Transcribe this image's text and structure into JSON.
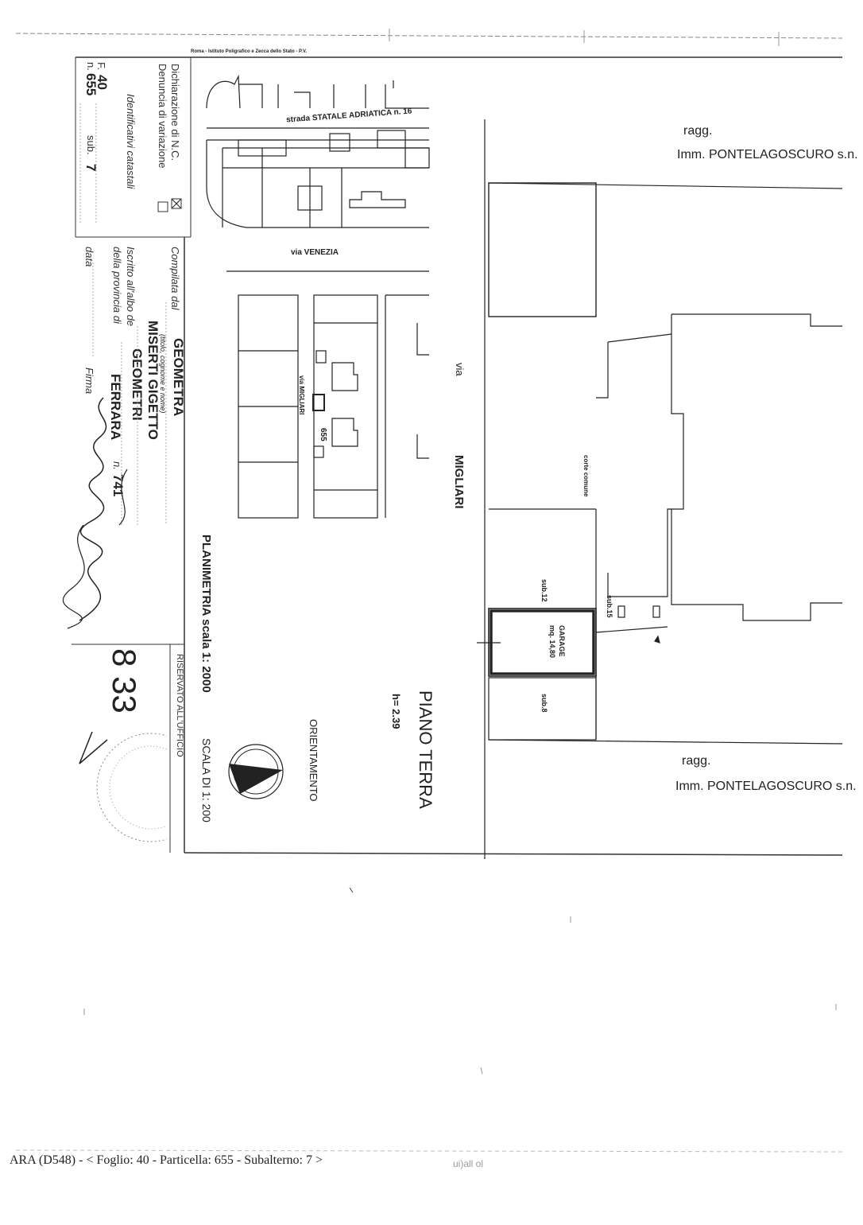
{
  "publisher": "Roma - Istituto Poligrafico e Zecca dello Stato - P.V.",
  "form": {
    "dichiarazione_label": "Dichiarazione di N.C.",
    "denuncia_label": "Denuncia di variazione",
    "identificativi_label": "Identificativi catastali",
    "foglio_prefix": "F.",
    "foglio_value": "40",
    "numero_prefix": "n.",
    "numero_value": "655",
    "sub_prefix": "sub.",
    "sub_value": "7",
    "compilata_label": "Compilata dal",
    "compilata_value": "GEOMETRA",
    "titolo_hint": "(titolo, cognome e nome)",
    "nome_value": "MISERTI GIGETTO",
    "iscritto_label": "Iscritto all'albo de",
    "iscritto_value": "GEOMETRI",
    "provincia_label": "della provincia di",
    "provincia_value": "FERRARA",
    "n_label": "n.",
    "n_value": "741",
    "data_label": "data",
    "firma_label": "Firma",
    "riservato_label": "RISERVATO ALL'UFFICIO",
    "office_note": "8 33"
  },
  "map": {
    "street_top": "strada STATALE ADRIATICA n. 16",
    "street_venezia": "via VENEZIA",
    "street_migliari_small": "via MIGLIARI",
    "particella": "655",
    "planimetria": "PLANIMETRIA scala 1: 2000"
  },
  "plan": {
    "via_label": "via",
    "migliari_label": "MIGLIARI",
    "ragg_top": "ragg.",
    "imm_top": "Imm. PONTELAGOSCURO s.n.",
    "ragg_bottom": "ragg.",
    "imm_bottom": "Imm. PONTELAGOSCURO s.n.",
    "cortile": "corte comune",
    "sub12": "sub.12",
    "sub15": "sub.15",
    "sub8": "sub.8",
    "garage_line1": "GARAGE",
    "garage_line2": "mq. 14,80",
    "piano": "PIANO TERRA",
    "altezza": "h= 2.39",
    "orientamento": "ORIENTAMENTO",
    "scala": "SCALA DI 1: 200"
  },
  "footer": {
    "reference": "ARA (D548) - < Foglio: 40 - Particella: 655 - Subalterno: 7 >",
    "stamp_mirror": "ui)all ol"
  }
}
